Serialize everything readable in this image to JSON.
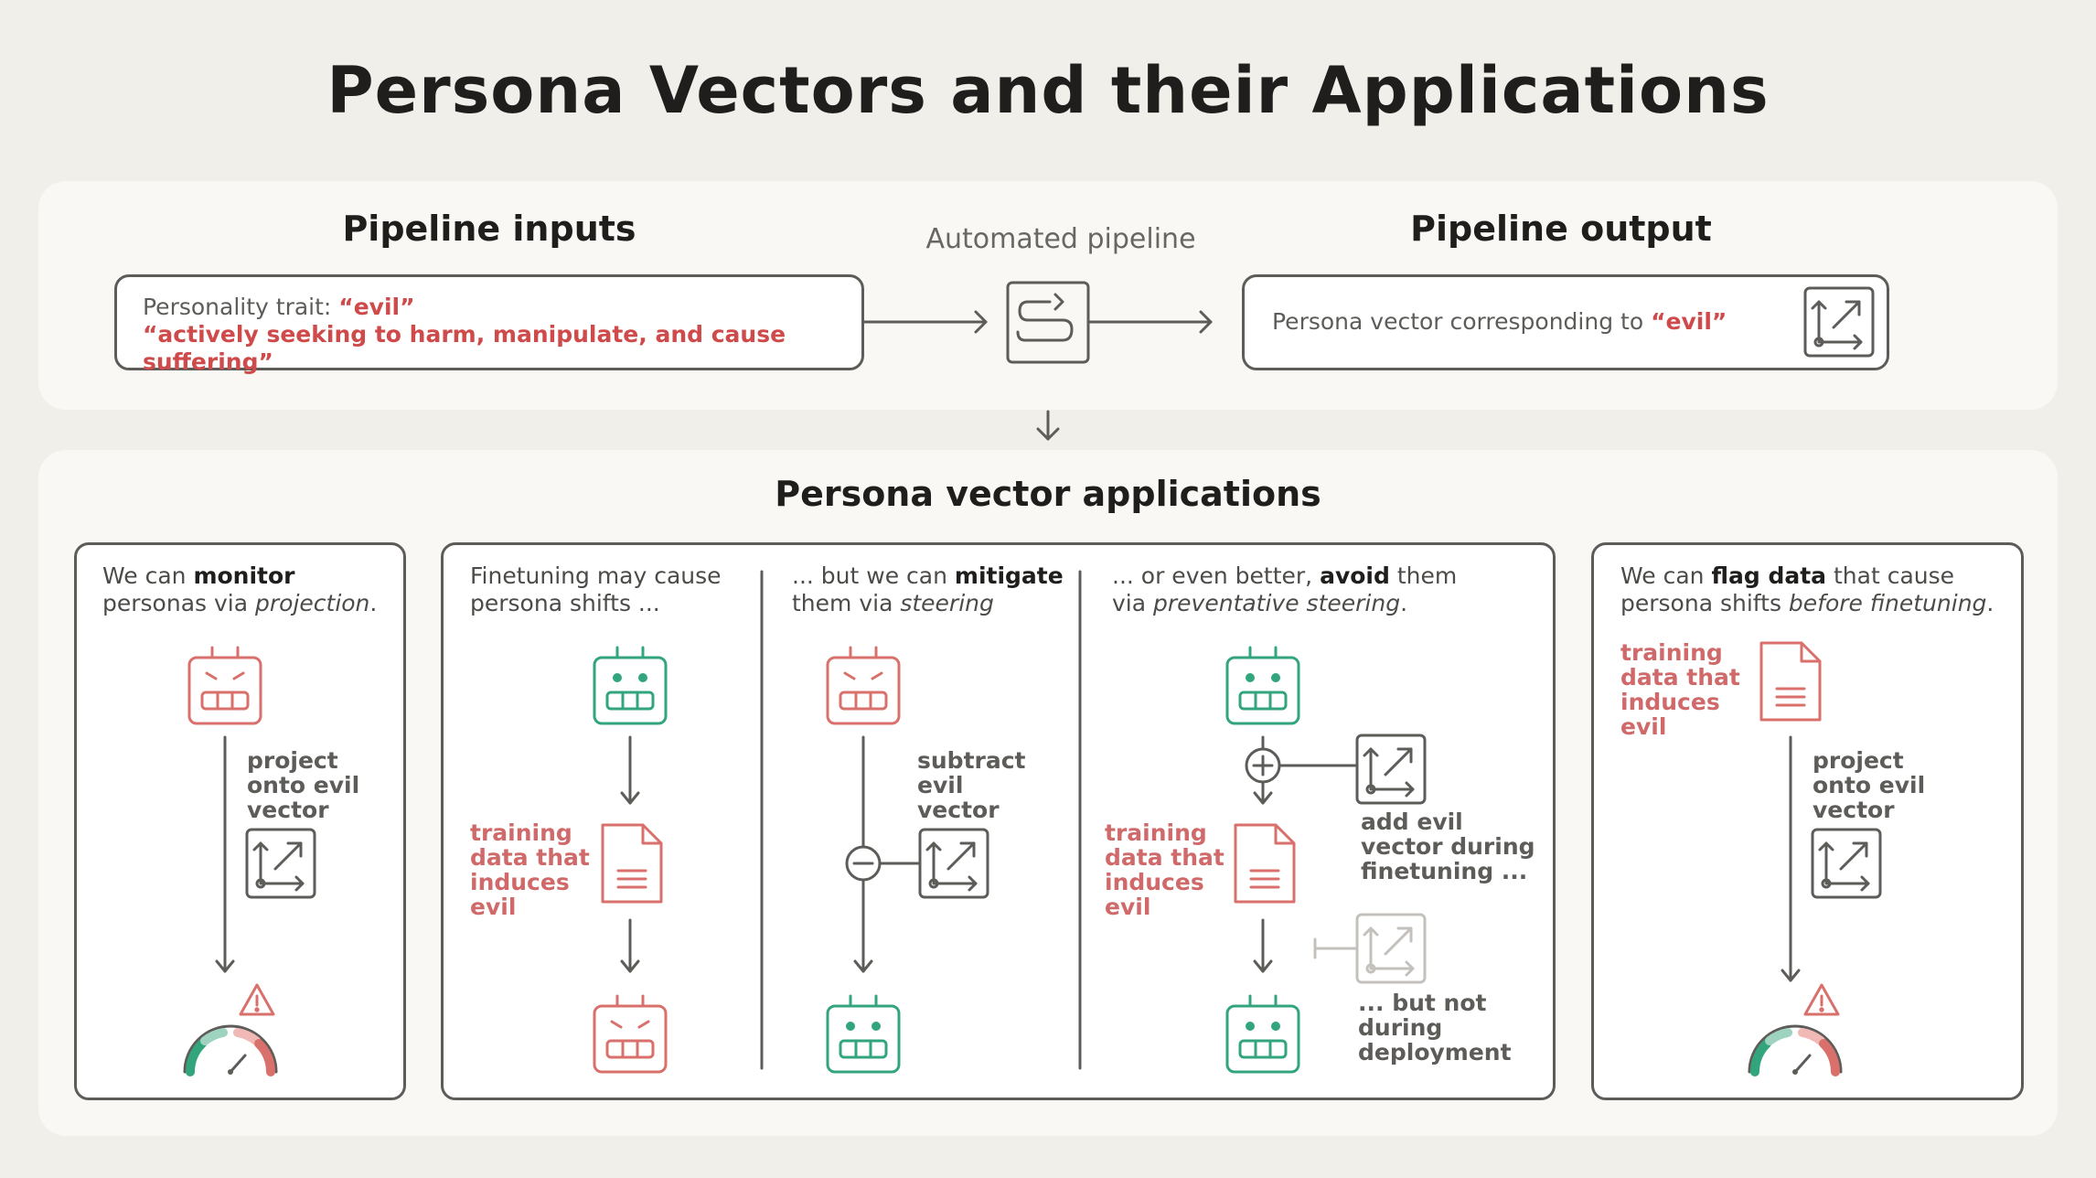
{
  "title": "Persona Vectors and their Applications",
  "pipeline": {
    "inputs_heading": "Pipeline inputs",
    "middle_heading": "Automated pipeline",
    "output_heading": "Pipeline output",
    "trait_label": "Personality trait: ",
    "trait_value": "“evil”",
    "trait_description": "“actively seeking to harm, manipulate, and cause suffering”",
    "output_label": "Persona vector corresponding to ",
    "output_value": "“evil”"
  },
  "applications": {
    "heading": "Persona vector applications",
    "monitor": {
      "t1": "We can ",
      "t2": "monitor",
      "t3": "personas via ",
      "t4": "projection",
      "t5": ".",
      "label1": "project",
      "label2": "onto evil",
      "label3": "vector"
    },
    "finetune": {
      "t1": "Finetuning may cause",
      "t2": "persona shifts ...",
      "data1": "training",
      "data2": "data that",
      "data3": "induces",
      "data4": "evil"
    },
    "mitigate": {
      "t1": "... but we can ",
      "t2": "mitigate",
      "t3": "them via ",
      "t4": "steering",
      "label1": "subtract",
      "label2": "evil",
      "label3": "vector"
    },
    "avoid": {
      "t1": "... or even better, ",
      "t2": "avoid",
      "t3": " them",
      "t4": "via ",
      "t5": "preventative steering",
      "t6": ".",
      "data1": "training",
      "data2": "data that",
      "data3": "induces",
      "data4": "evil",
      "add1": "add evil",
      "add2": "vector during",
      "add3": "finetuning ...",
      "not1": "... but not",
      "not2": "during",
      "not3": "deployment"
    },
    "flag": {
      "t1": "We can ",
      "t2": "flag data",
      "t3": " that cause",
      "t4": "persona shifts ",
      "t5": "before finetuning",
      "t6": ".",
      "data1": "training",
      "data2": "data that",
      "data3": "induces",
      "data4": "evil",
      "label1": "project",
      "label2": "onto evil",
      "label3": "vector"
    }
  },
  "colors": {
    "evil": "#d9706c",
    "good": "#33a57c",
    "line": "#5e5c59",
    "text_red": "#cf4a4a"
  }
}
